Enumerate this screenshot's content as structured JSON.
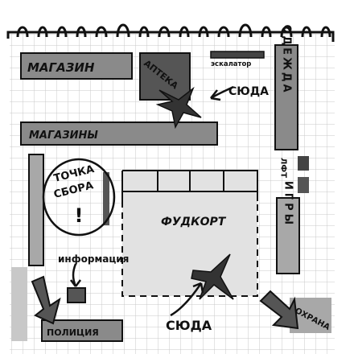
{
  "labels": {
    "shop": "МАГАЗИН",
    "pharmacy": "АПТЕКА",
    "escalator": "эскалатор",
    "here_top": "СЮДА",
    "clothes": "ОДЕЖДА",
    "shops": "МАГАЗИНЫ",
    "meeting_point_line1": "ТОЧКА",
    "meeting_point_line2": "СБОРА",
    "meeting_point_mark": "!",
    "lift": "ЛФТ",
    "food_court": "ФУДКОРТ",
    "games": "ИГРЫ",
    "information": "информация",
    "here_bottom": "СЮДА",
    "police": "ПОЛИЦИЯ",
    "security": "ОХРАНА"
  },
  "colors": {
    "paper": "#ffffff",
    "grid": "#c9c9c9",
    "ink": "#111111",
    "dark_block": "#555555",
    "mid_block": "#8a8a8a",
    "light_block": "#a8a8a8",
    "pale_block": "#c8c8c8",
    "food_court_fill": "#e2e2e2"
  },
  "icons": [
    "spiral-binding",
    "x-mark-icon",
    "arrow-icon"
  ]
}
